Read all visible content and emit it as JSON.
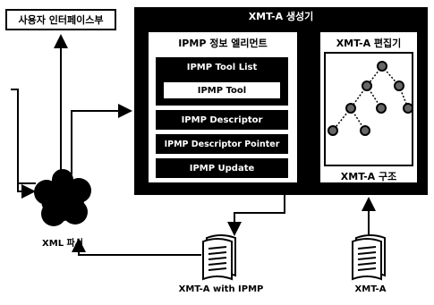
{
  "ui_label": "사용자 인터페이스부",
  "generator": {
    "title": "XMT-A 생성기",
    "ipmp_panel": {
      "title": "IPMP 정보 엘리먼트",
      "tool_list": "IPMP Tool List",
      "tool": "IPMP Tool",
      "descriptor": "IPMP Descriptor",
      "descriptor_pointer": "IPMP Descriptor Pointer",
      "update": "IPMP Update"
    },
    "editor_panel": {
      "title": "XMT-A 편집기",
      "structure_label": "XMT-A 구조"
    }
  },
  "parser_label": "XML 파서",
  "doc_ipmp_label": "XMT-A with IPMP",
  "doc_label": "XMT-A"
}
